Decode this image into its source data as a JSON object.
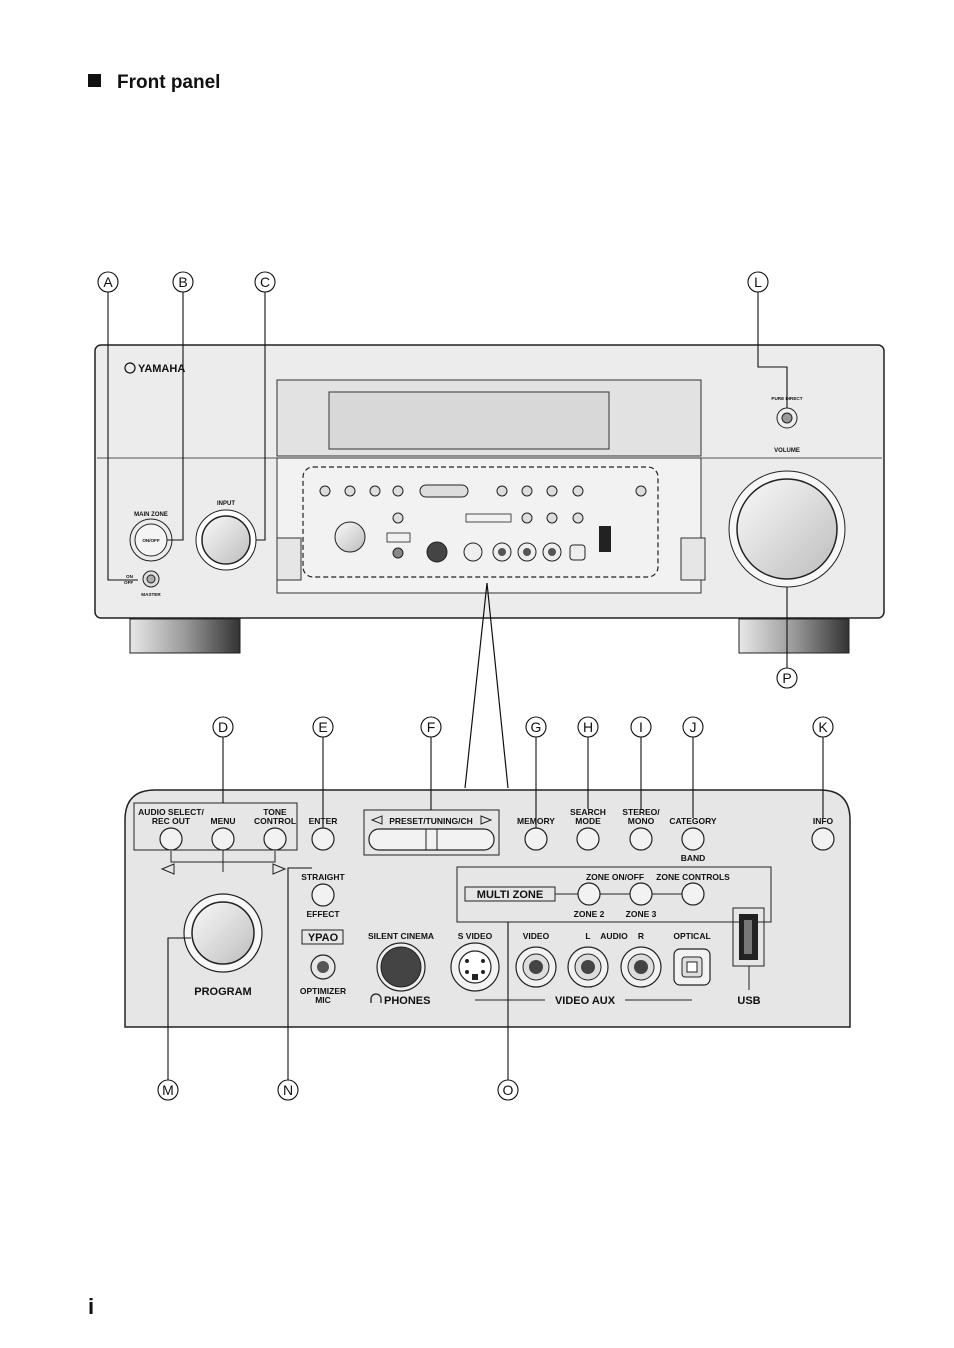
{
  "section_title": "Front panel",
  "page_number": "i",
  "callouts": [
    "A",
    "B",
    "C",
    "D",
    "E",
    "F",
    "G",
    "H",
    "I",
    "J",
    "K",
    "L",
    "M",
    "N",
    "O",
    "P"
  ],
  "receiver": {
    "brand": "YAMAHA",
    "main_zone": "MAIN ZONE",
    "on_off": "ON/OFF",
    "input": "INPUT",
    "on": "ON",
    "off": "OFF",
    "master": "MASTER",
    "pure_direct": "PURE DIRECT",
    "volume": "VOLUME",
    "audio_select_1": "AUDIO SELECT/",
    "audio_select_2": "REC OUT",
    "menu": "MENU",
    "tone_1": "TONE",
    "tone_2": "CONTROL",
    "enter": "ENTER",
    "preset": "PRESET/TUNING/CH",
    "memory": "MEMORY",
    "search_1": "SEARCH",
    "search_2": "MODE",
    "stereo_1": "STEREO/",
    "stereo_2": "MONO",
    "category": "CATEGORY",
    "band": "BAND",
    "info": "INFO",
    "straight": "STRAIGHT",
    "effect": "EFFECT",
    "multi_zone": "MULTI ZONE",
    "zone_onoff": "ZONE ON/OFF",
    "zone_controls": "ZONE CONTROLS",
    "zone2": "ZONE 2",
    "zone3": "ZONE 3",
    "ypao": "YPAO",
    "optimizer_1": "OPTIMIZER",
    "optimizer_2": "MIC",
    "silent_cinema": "SILENT CINEMA",
    "phones": "PHONES",
    "svideo": "S VIDEO",
    "video": "VIDEO",
    "audio_l": "L",
    "audio": "AUDIO",
    "audio_r": "R",
    "optical": "OPTICAL",
    "video_aux": "VIDEO AUX",
    "usb": "USB",
    "program": "PROGRAM"
  }
}
